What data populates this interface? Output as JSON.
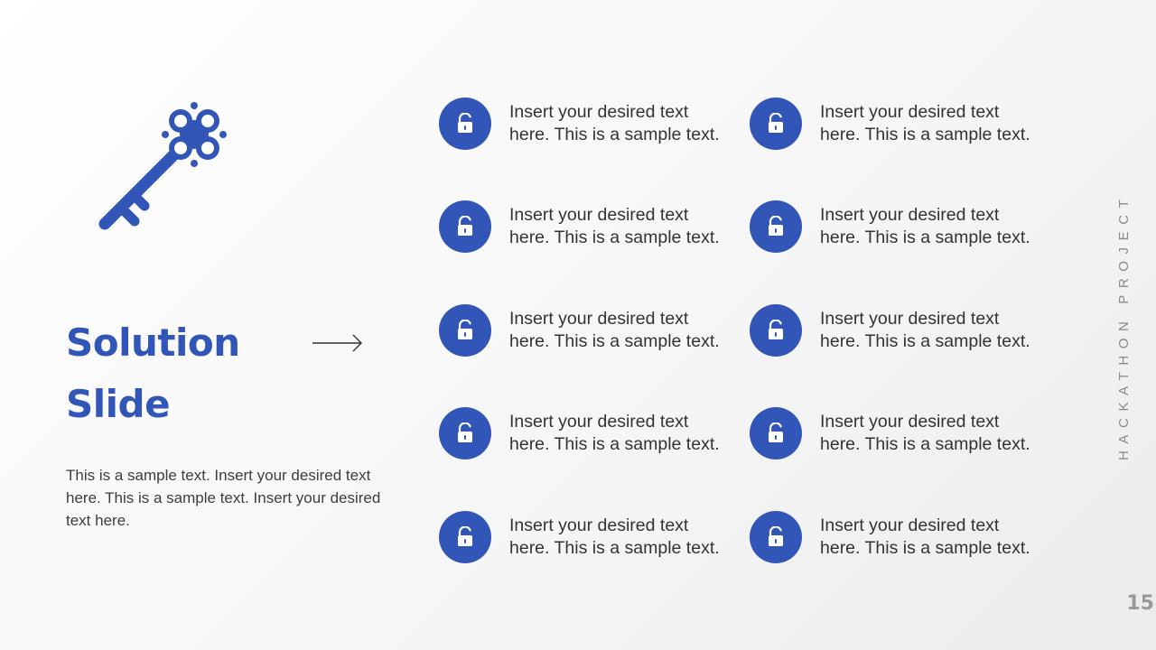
{
  "slide": {
    "title_line1": "Solution",
    "title_line2": "Slide",
    "description": "This is a sample text. Insert your desired text here. This is a sample text. Insert your desired text here.",
    "side_label": "HACKATHON PROJECT",
    "page_number": "15"
  },
  "icons": {
    "hero": "key-icon",
    "arrow": "arrow-right-icon",
    "item": "unlocked-padlock-icon"
  },
  "colors": {
    "accent": "#3256b8",
    "text": "#333333",
    "muted": "#8a8a8a",
    "background": "#f5f5f6"
  },
  "items": [
    {
      "text": "Insert your desired text\nhere. This is a sample text."
    },
    {
      "text": "Insert your desired text\nhere. This is a sample text."
    },
    {
      "text": "Insert your desired text\nhere. This is a sample text."
    },
    {
      "text": "Insert your desired text\nhere. This is a sample text."
    },
    {
      "text": "Insert your desired text\nhere. This is a sample text."
    },
    {
      "text": "Insert your desired text\nhere. This is a sample text."
    },
    {
      "text": "Insert your desired text\nhere. This is a sample text."
    },
    {
      "text": "Insert your desired text\nhere. This is a sample text."
    },
    {
      "text": "Insert your desired text\nhere. This is a sample text."
    },
    {
      "text": "Insert your desired text\nhere. This is a sample text."
    }
  ]
}
